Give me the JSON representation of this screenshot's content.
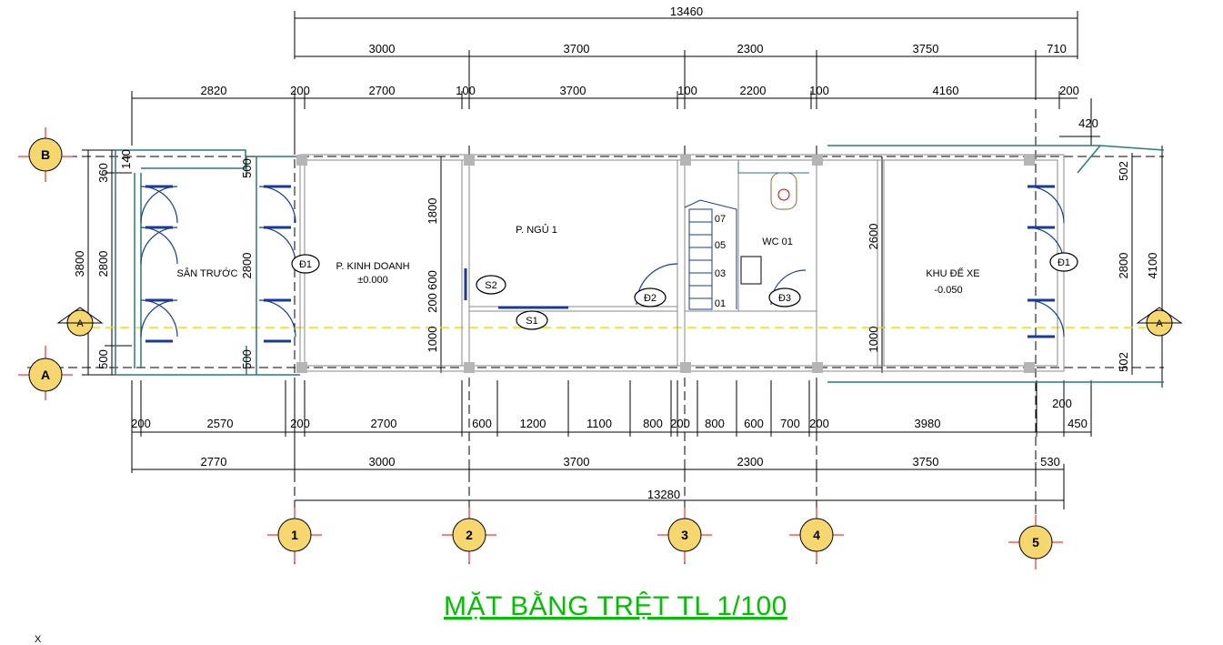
{
  "title": "MẶT BẰNG TRỆT TL 1/100",
  "ucs_label": "X",
  "dims_top": {
    "overall": "13460",
    "row2": [
      "3000",
      "3700",
      "2300",
      "3750",
      "710"
    ],
    "row3": [
      "2820",
      "200",
      "2700",
      "100",
      "3700",
      "100",
      "2200",
      "100",
      "4160",
      "200"
    ],
    "right_420": "420"
  },
  "dims_bottom": {
    "row1": [
      "200",
      "2570",
      "200",
      "2700",
      "600",
      "1200",
      "1100",
      "800",
      "200",
      "800",
      "600",
      "700",
      "200",
      "3980",
      "450"
    ],
    "row1_200": "200",
    "row2": [
      "2770",
      "3000",
      "3700",
      "2300",
      "3750",
      "530"
    ],
    "overall": "13280"
  },
  "dims_left": {
    "overall": "3800",
    "segments": [
      "360",
      "2800",
      "500"
    ],
    "top_140": "140"
  },
  "dims_inner": {
    "san_truoc": [
      "500",
      "2800",
      "500"
    ],
    "room1": [
      "1800",
      "600",
      "200",
      "1000"
    ],
    "khu_de_xe": [
      "2600",
      "1000"
    ],
    "right_side": [
      "502",
      "2800",
      "502"
    ],
    "right_overall": "4100"
  },
  "rooms": {
    "san_truoc": "SÂN TRƯỚC",
    "kinh_doanh": "P. KINH DOANH",
    "kinh_doanh_level": "±0.000",
    "ngu1": "P. NGỦ 1",
    "wc": "WC 01",
    "khu_de_xe": "KHU ĐỂ XE",
    "khu_de_xe_level": "-0.050"
  },
  "tags": {
    "d1_left": "Đ1",
    "d1_right": "Đ1",
    "d2": "Đ2",
    "d3": "Đ3",
    "s1": "S1",
    "s2": "S2"
  },
  "stairs": [
    "07",
    "05",
    "03",
    "01"
  ],
  "grid_axes": {
    "horizontal": [
      "B",
      "A"
    ],
    "vertical": [
      "1",
      "2",
      "3",
      "4",
      "5"
    ],
    "section": [
      "A",
      "A"
    ]
  },
  "colors": {
    "title": "#00c000",
    "axis_bubble": "#f5d76e",
    "section_line": "#e6e600",
    "wall": "#2a7a7a",
    "door": "#1a3a9a",
    "grid_cross": "#ff0000"
  }
}
